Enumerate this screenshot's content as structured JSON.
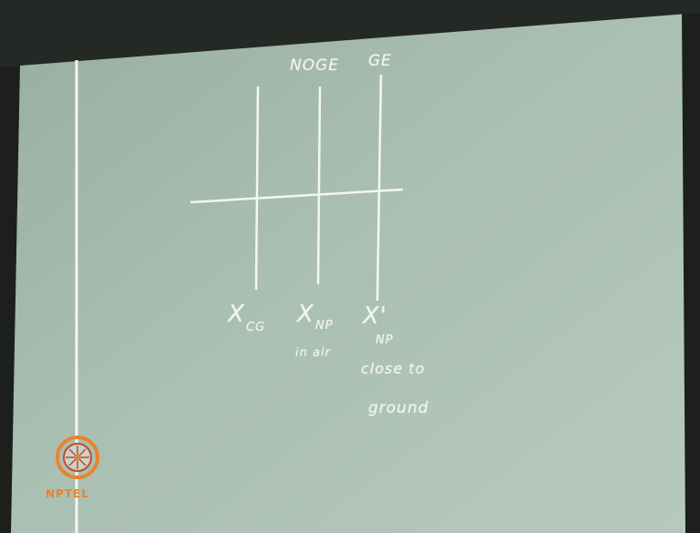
{
  "board": {
    "top_labels": [
      "NOGE",
      "GE"
    ],
    "bottom_labels": [
      {
        "main": "X",
        "sub": "CG"
      },
      {
        "main": "X",
        "sub": "NP"
      },
      {
        "main": "X'",
        "sub": "NP"
      }
    ],
    "notes": [
      "in air",
      "close to",
      "ground"
    ]
  },
  "logo": {
    "text": "NPTEL"
  },
  "colors": {
    "chalkboard": "#a8bdb0",
    "chalk": "#f2f4ef",
    "frame": "#1c1f1c",
    "logo_orange": "#e8832f"
  }
}
